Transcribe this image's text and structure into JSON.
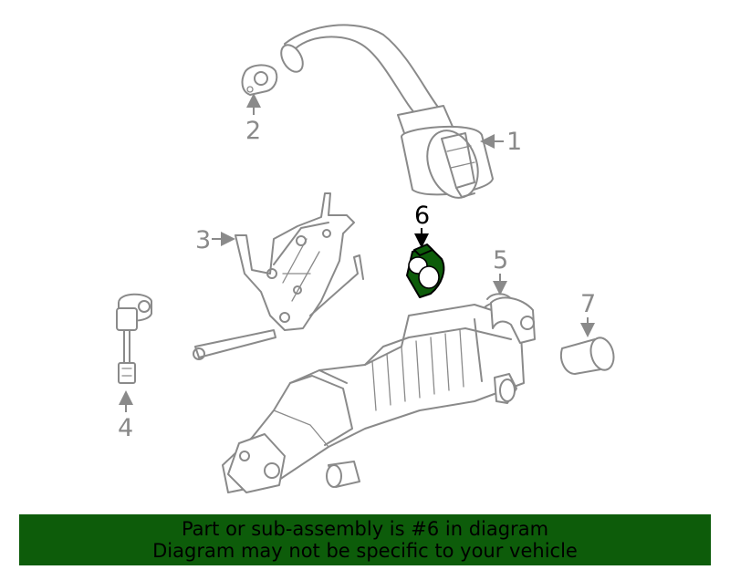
{
  "callouts": {
    "c1": "1",
    "c2": "2",
    "c3": "3",
    "c4": "4",
    "c5": "5",
    "c6": "6",
    "c7": "7"
  },
  "highlight_color": "#0d5c0a",
  "line_color": "#8a8a8a",
  "banner": {
    "line1": "Part or sub-assembly is #6 in diagram",
    "line2": "Diagram may not be specific to your vehicle"
  }
}
